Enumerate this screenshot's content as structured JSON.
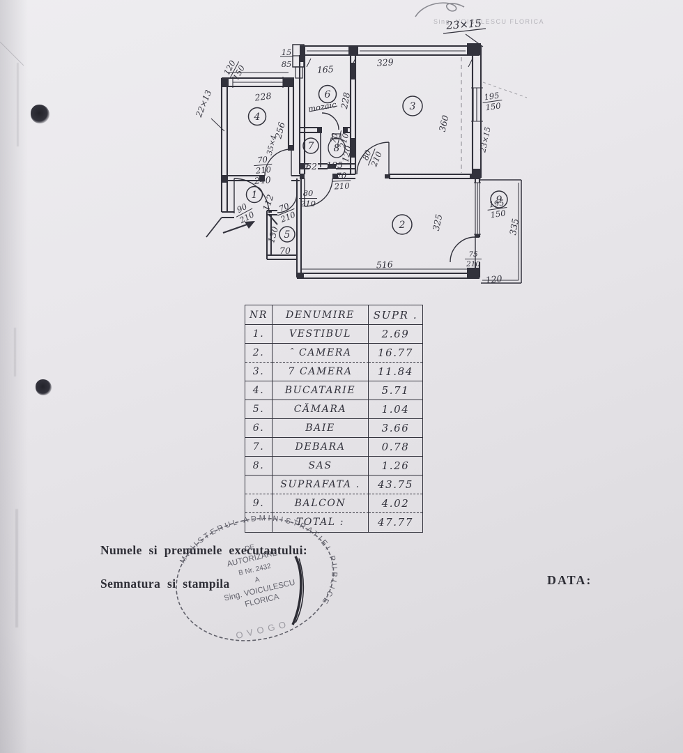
{
  "page": {
    "ink": "#32323c",
    "paper": "#e4e2e6"
  },
  "annotations": {
    "note_top": "23×15",
    "note_left": "22×13",
    "ghost_stamp_line": "Sing. VOICULESCU FLORICA"
  },
  "plan": {
    "rooms": {
      "r1": "1",
      "r2": "2",
      "r3": "3",
      "r4": "4",
      "r5": "5",
      "r6": "6",
      "r7": "7",
      "r8": "8",
      "r9": "9"
    },
    "dims": {
      "kitchen_w": "228",
      "kitchen_h": "256",
      "bath_w": "165",
      "bath_h": "228",
      "room3_w": "329",
      "room3_h": "360",
      "debara_w": "62",
      "sas_w": "105",
      "sas_h": "120",
      "vest_w": "240",
      "vest_h": "112",
      "camara_h": "130",
      "camara_w": "70",
      "room2_w": "516",
      "room2_h": "325",
      "balcony_h": "335",
      "balcony_w": "120",
      "mozaic": "mozaic",
      "radiator": "23×15",
      "arc_note": "35×4"
    },
    "fr": {
      "entry": {
        "n": "90",
        "d": "210"
      },
      "kitchen": {
        "n": "70",
        "d": "210"
      },
      "camara": {
        "n": "70",
        "d": "210"
      },
      "room2": {
        "n": "80",
        "d": "210"
      },
      "hall": {
        "n": "70",
        "d": "210"
      },
      "bath": {
        "n": "70",
        "d": "210"
      },
      "room3": {
        "n": "80",
        "d": "210"
      },
      "balcony": {
        "n": "75",
        "d": "210"
      },
      "kwin": {
        "n": "120",
        "d": "150"
      },
      "shaft": {
        "n": "15",
        "d": "85"
      },
      "win3": {
        "n": "195",
        "d": "150"
      },
      "win2": {
        "n": "195",
        "d": "150"
      }
    }
  },
  "table": {
    "headers": [
      "NR",
      "DENUMIRE",
      "SUPR ."
    ],
    "rows": [
      {
        "nr": "1.",
        "pre": "",
        "name": "VESTIBUL",
        "supr": "2.69"
      },
      {
        "nr": "2.",
        "pre": "ˆ",
        "name": "CAMERA",
        "supr": "16.77"
      },
      {
        "nr": "3.",
        "pre": "7",
        "name": "CAMERA",
        "supr": "11.84"
      },
      {
        "nr": "4.",
        "pre": "",
        "name": "BUCATARIE",
        "supr": "5.71"
      },
      {
        "nr": "5.",
        "pre": "",
        "name": "CĂMARA",
        "supr": "1.04"
      },
      {
        "nr": "6.",
        "pre": "",
        "name": "BAIE",
        "supr": "3.66"
      },
      {
        "nr": "7.",
        "pre": "",
        "name": "DEBARA",
        "supr": "0.78"
      },
      {
        "nr": "8.",
        "pre": "",
        "name": "SAS",
        "supr": "1.26"
      },
      {
        "nr": "",
        "pre": "",
        "name": "SUPRAFATA .",
        "supr": "43.75"
      },
      {
        "nr": "9.",
        "pre": "",
        "name": "BALCON",
        "supr": "4.02"
      },
      {
        "nr": "",
        "pre": "",
        "name": "TOTAL :",
        "supr": "47.77"
      }
    ]
  },
  "footer": {
    "name_label": "Numele si prenumele executantului:",
    "sign_label": "Semnatura si stampila",
    "date_label": "DATA:"
  },
  "stamp": {
    "ring": "MINISTERUL ADMINISTRATIEI PUBLICE",
    "l1": "DE",
    "l2": "AUTORIZARE",
    "l3": "B Nr. 2432",
    "l4": "A",
    "l5": "Sing. VOICULESCU",
    "l6": "FLORICA",
    "bottom_arc": "OVOGO"
  }
}
